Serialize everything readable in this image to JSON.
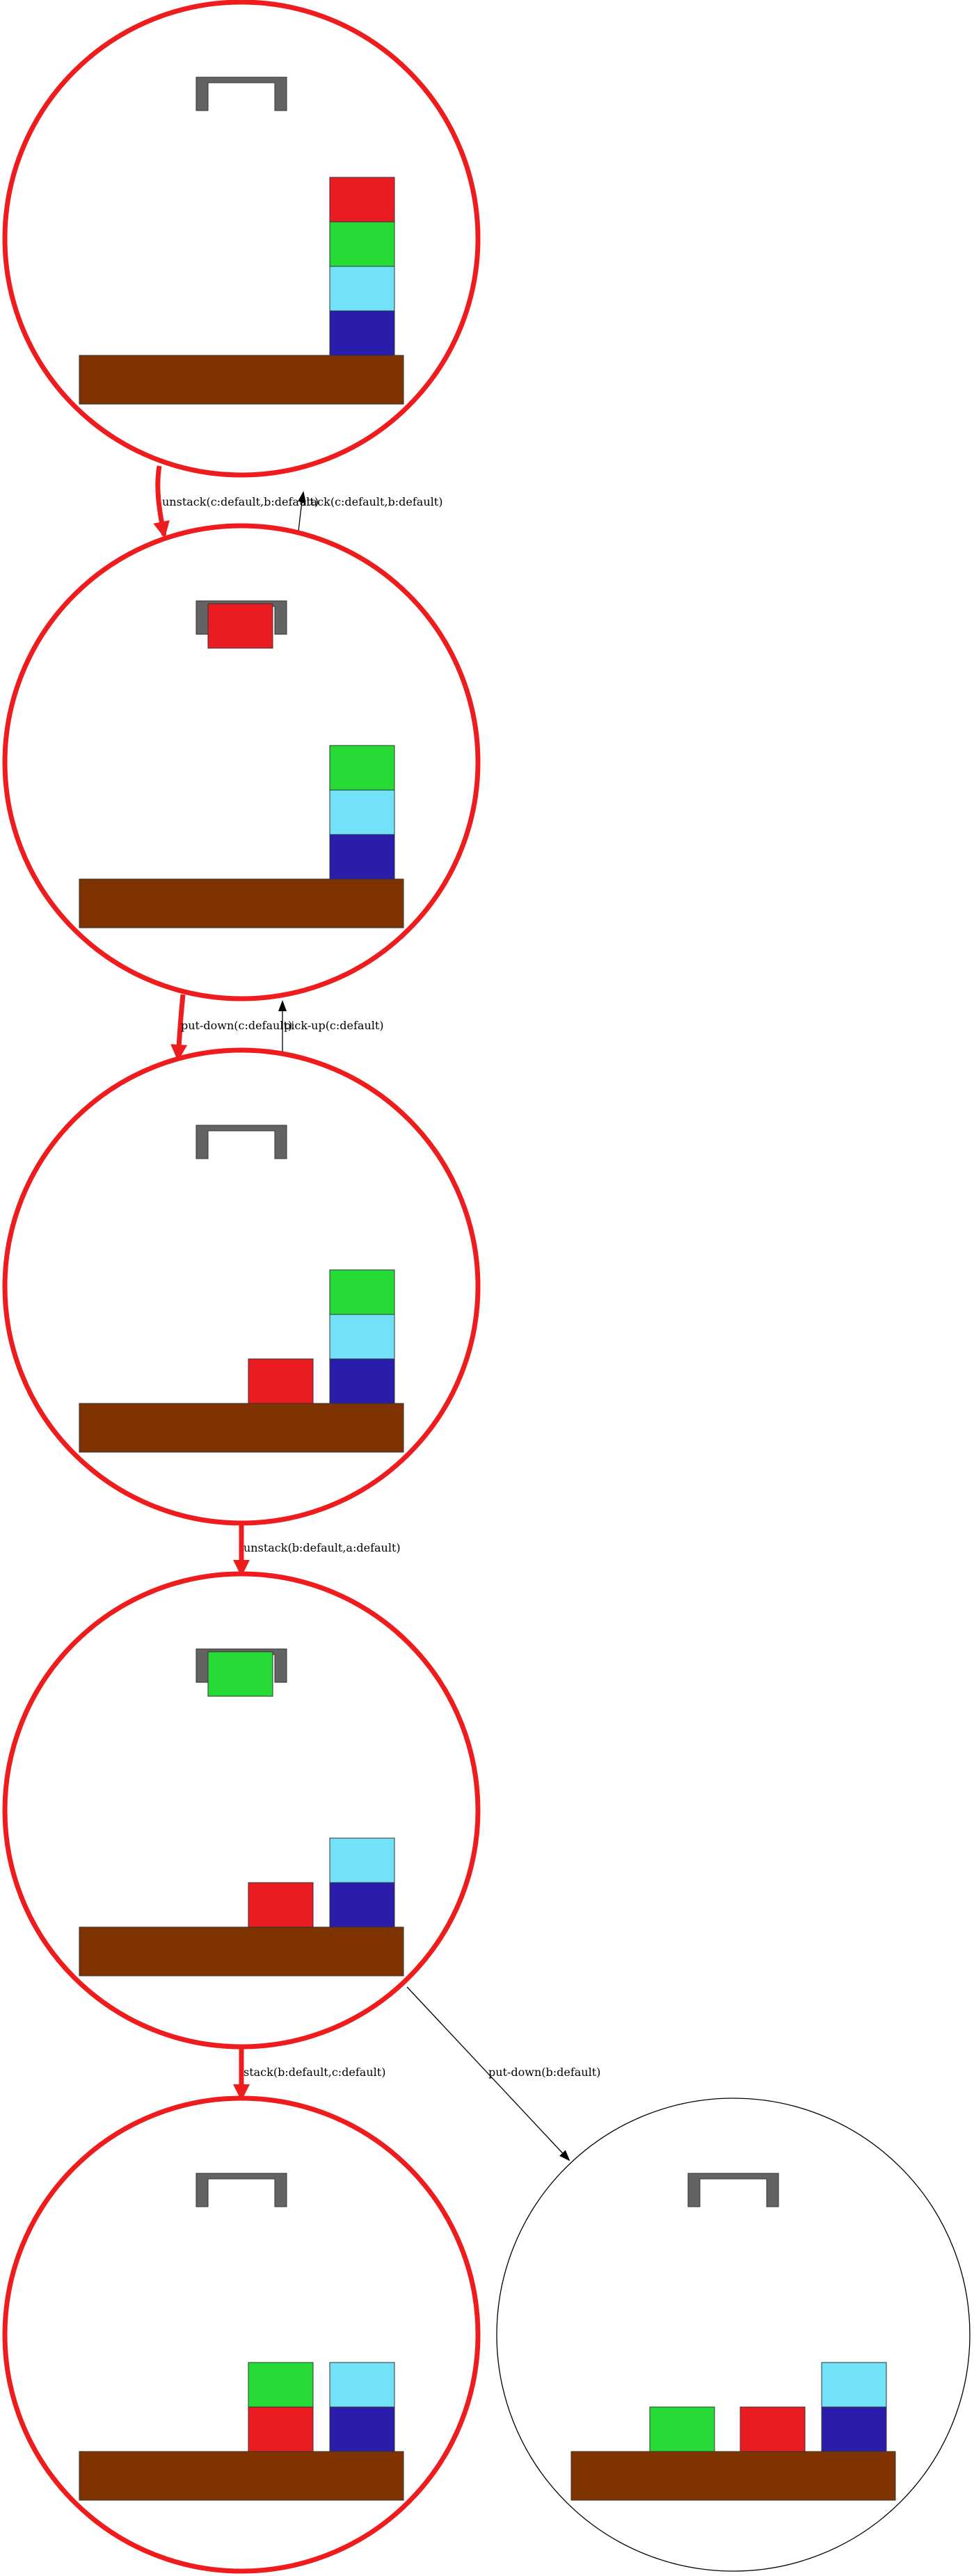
{
  "colors": {
    "highlight": "#ee1c1c",
    "normal_edge": "#000000",
    "gripper": "#636363",
    "table": "#7f3300",
    "block_red": "#ea1c22",
    "block_green": "#26db35",
    "block_cyan": "#72e2f8",
    "block_blue": "#2a1dab"
  },
  "nodes": [
    {
      "id": "s0",
      "highlight": true,
      "held": null,
      "table_blocks": [
        {
          "column": 3,
          "stack": [
            "blue",
            "cyan",
            "green",
            "red"
          ]
        }
      ]
    },
    {
      "id": "s1",
      "highlight": true,
      "held": "red",
      "table_blocks": [
        {
          "column": 3,
          "stack": [
            "blue",
            "cyan",
            "green"
          ]
        }
      ]
    },
    {
      "id": "s2",
      "highlight": true,
      "held": null,
      "table_blocks": [
        {
          "column": 2,
          "stack": [
            "red"
          ]
        },
        {
          "column": 3,
          "stack": [
            "blue",
            "cyan",
            "green"
          ]
        }
      ]
    },
    {
      "id": "s3",
      "highlight": true,
      "held": "green",
      "table_blocks": [
        {
          "column": 2,
          "stack": [
            "red"
          ]
        },
        {
          "column": 3,
          "stack": [
            "blue",
            "cyan"
          ]
        }
      ]
    },
    {
      "id": "s4",
      "highlight": true,
      "held": null,
      "table_blocks": [
        {
          "column": 2,
          "stack": [
            "red",
            "green"
          ]
        },
        {
          "column": 3,
          "stack": [
            "blue",
            "cyan"
          ]
        }
      ]
    },
    {
      "id": "s5",
      "highlight": false,
      "held": null,
      "table_blocks": [
        {
          "column": 1,
          "stack": [
            "green"
          ]
        },
        {
          "column": 2,
          "stack": [
            "red"
          ]
        },
        {
          "column": 3,
          "stack": [
            "blue",
            "cyan"
          ]
        }
      ]
    }
  ],
  "edges": [
    {
      "from": "s0",
      "to": "s1",
      "label": "unstack(c:default,b:default)",
      "highlight": true
    },
    {
      "from": "s1",
      "to": "s0",
      "label": "stack(c:default,b:default)",
      "highlight": false
    },
    {
      "from": "s1",
      "to": "s2",
      "label": "put-down(c:default)",
      "highlight": true
    },
    {
      "from": "s2",
      "to": "s1",
      "label": "pick-up(c:default)",
      "highlight": false
    },
    {
      "from": "s2",
      "to": "s3",
      "label": "unstack(b:default,a:default)",
      "highlight": true
    },
    {
      "from": "s3",
      "to": "s4",
      "label": "stack(b:default,c:default)",
      "highlight": true
    },
    {
      "from": "s3",
      "to": "s5",
      "label": "put-down(b:default)",
      "highlight": false
    }
  ]
}
